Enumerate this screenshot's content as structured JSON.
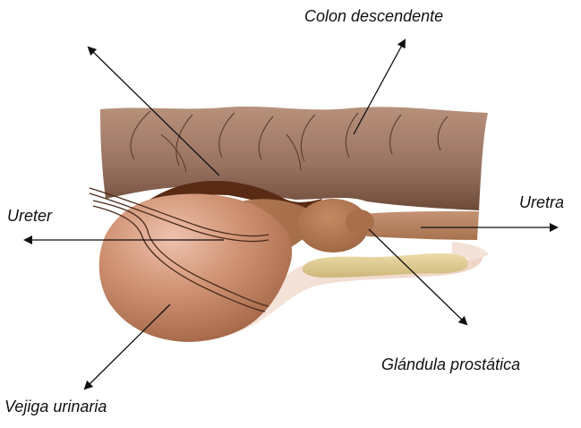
{
  "diagram": {
    "labels": {
      "colon": "Colon descendente",
      "ureter": "Ureter",
      "uretra": "Uretra",
      "prostata": "Glándula prostática",
      "vejiga": "Vejiga urinaria"
    },
    "colors": {
      "colon_top": "#b8917b",
      "colon_bottom": "#6e4b39",
      "bladder_light": "#e9b39c",
      "bladder_mid": "#c48563",
      "bladder_dark": "#9c5f3f",
      "prostate": "#b27a55",
      "urethra": "#b88463",
      "dark_wall": "#5a2b14",
      "seminal": "#e0cd94",
      "pink_tissue": "#f2ddd2",
      "arrow": "#111111"
    }
  }
}
